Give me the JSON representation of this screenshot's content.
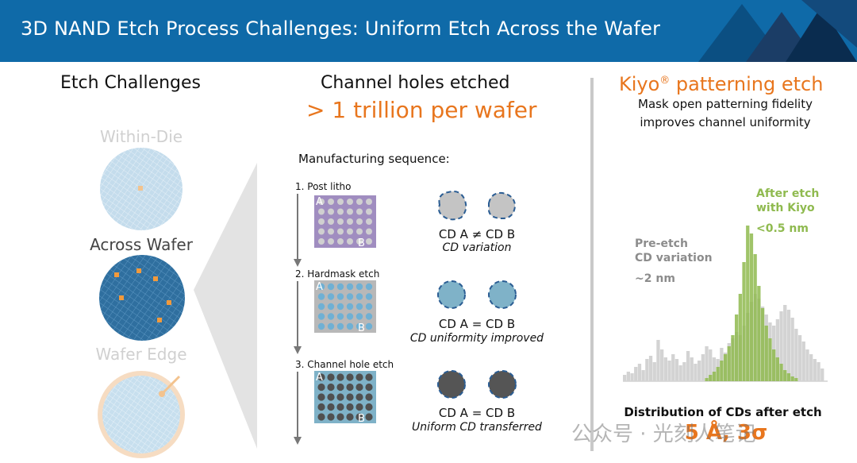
{
  "header": {
    "title": "3D NAND Etch Process Challenges: Uniform Etch Across the Wafer"
  },
  "left": {
    "title": "Etch Challenges",
    "within_die": "Within-Die",
    "across_wafer": "Across Wafer",
    "wafer_edge": "Wafer Edge"
  },
  "middle": {
    "title": "Channel holes etched",
    "subtitle": "> 1 trillion per wafer",
    "sequence_title": "Manufacturing sequence:",
    "steps": [
      {
        "label": "1. Post litho",
        "cd_main": "CD A ≠ CD B",
        "cd_sub": "CD variation"
      },
      {
        "label": "2. Hardmask etch",
        "cd_main": "CD A = CD B",
        "cd_sub": "CD uniformity improved"
      },
      {
        "label": "3. Channel hole etch",
        "cd_main": "CD A = CD B",
        "cd_sub": "Uniform CD transferred"
      }
    ],
    "marker_a": "A",
    "marker_b": "B"
  },
  "right": {
    "title_brand": "Kiyo",
    "title_reg": "®",
    "title_rest": " patterning etch",
    "line1": "Mask open patterning fidelity",
    "line2": "improves channel uniformity",
    "after_etch_1": "After etch",
    "after_etch_2": "with Kiyo",
    "after_etch_3": "<0.5 nm",
    "pre_etch_1": "Pre-etch",
    "pre_etch_2": "CD variation",
    "pre_etch_3": "~2 nm",
    "distribution": "Distribution of CDs after etch",
    "stat": "5 Å, 3σ"
  },
  "watermark": "公众号 · 光刻人笔记",
  "colors": {
    "header_blue": "#0f6aa8",
    "accent_orange": "#e8761e",
    "green": "#8fba4f",
    "gray_bar": "#d3d3d3",
    "litho_purple": "#a08dc0",
    "hardmask_gray": "#b8b8b8",
    "channel_blue": "#7fb2c8"
  }
}
